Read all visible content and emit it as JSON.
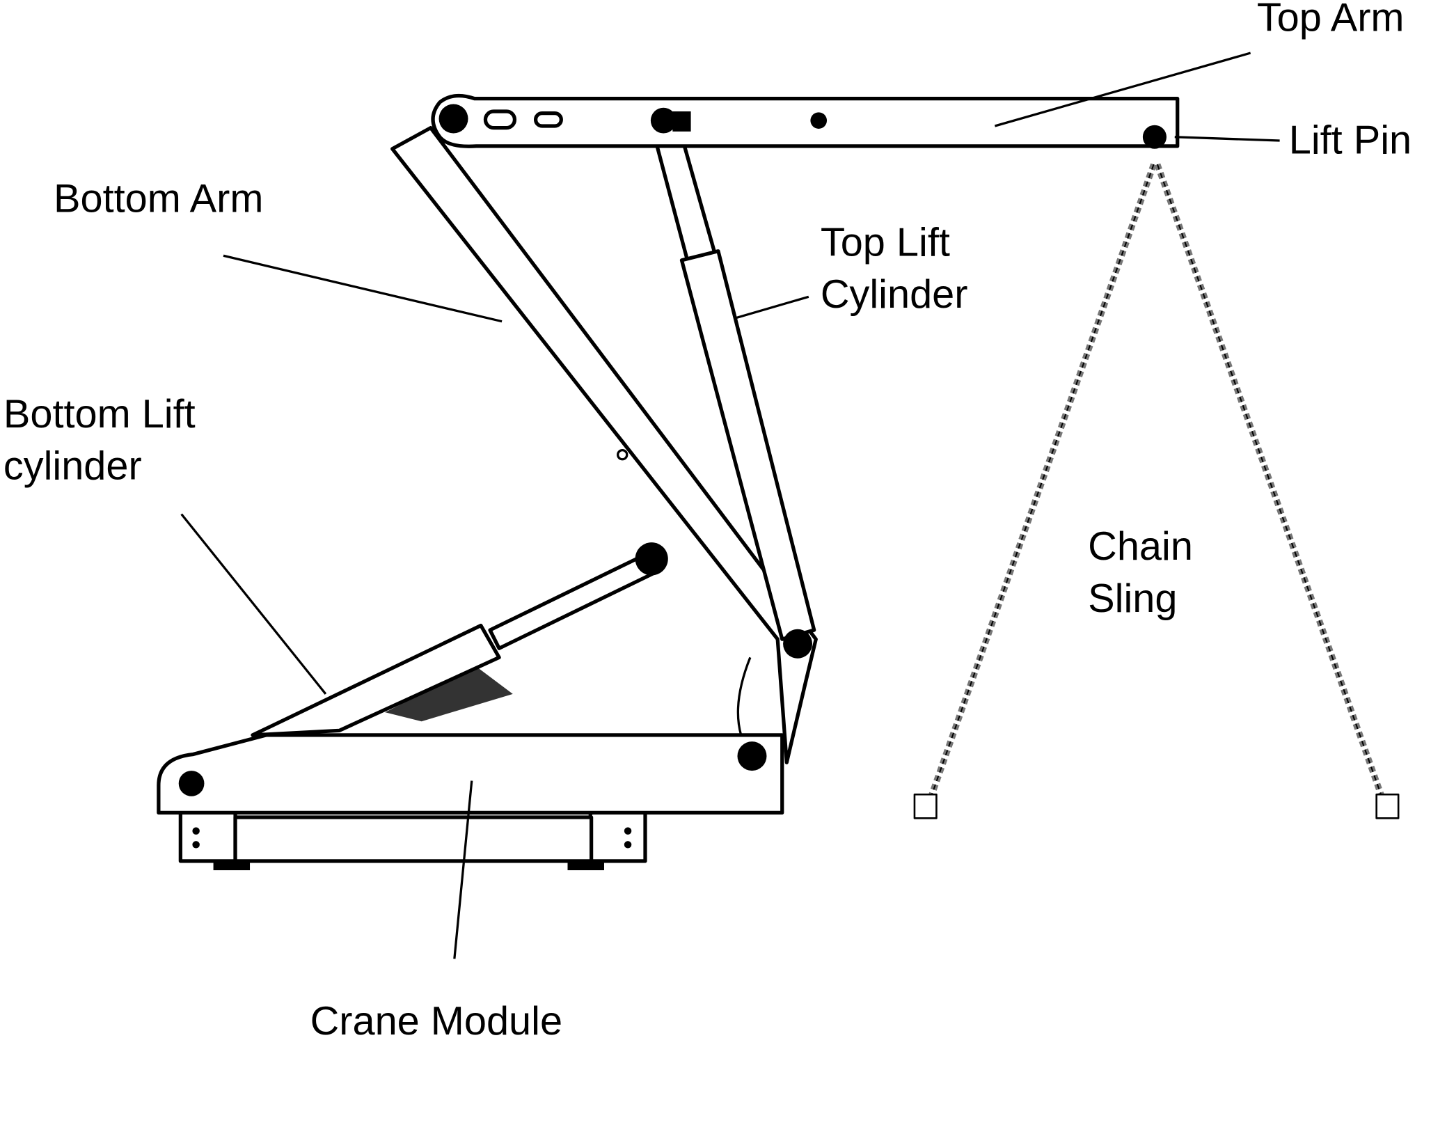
{
  "labels": {
    "top_arm": "Top Arm",
    "lift_pin": "Lift Pin",
    "bottom_arm": "Bottom Arm",
    "top_lift_cylinder": [
      "Top Lift",
      "Cylinder"
    ],
    "bottom_lift_cylinder": [
      "Bottom Lift",
      "cylinder"
    ],
    "chain_sling": [
      "Chain",
      "Sling"
    ],
    "crane_module": "Crane Module"
  }
}
